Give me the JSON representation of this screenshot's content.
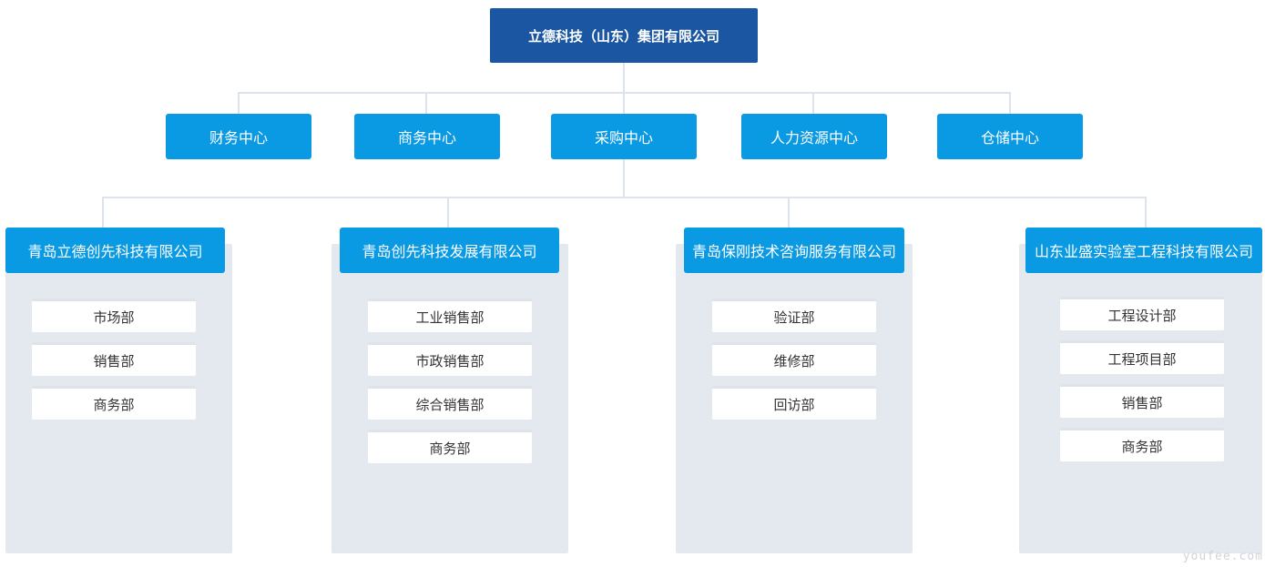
{
  "root": {
    "label": "立德科技（山东）集团有限公司"
  },
  "centers": [
    {
      "label": "财务中心"
    },
    {
      "label": "商务中心"
    },
    {
      "label": "采购中心"
    },
    {
      "label": "人力资源中心"
    },
    {
      "label": "仓储中心"
    }
  ],
  "companies": [
    {
      "name": "青岛立德创先科技有限公司",
      "departments": [
        "市场部",
        "销售部",
        "商务部"
      ]
    },
    {
      "name": "青岛创先科技发展有限公司",
      "departments": [
        "工业销售部",
        "市政销售部",
        "综合销售部",
        "商务部"
      ]
    },
    {
      "name": "青岛保刚技术咨询服务有限公司",
      "departments": [
        "验证部",
        "维修部",
        "回访部"
      ]
    },
    {
      "name": "山东业盛实验室工程科技有限公司",
      "departments": [
        "工程设计部",
        "工程项目部",
        "销售部",
        "商务部"
      ]
    }
  ],
  "watermark": "youfee.com",
  "colors": {
    "root": "#1a56a2",
    "node": "#0a99e3",
    "panel": "#e4e9f0",
    "connector": "#dde3ec"
  }
}
